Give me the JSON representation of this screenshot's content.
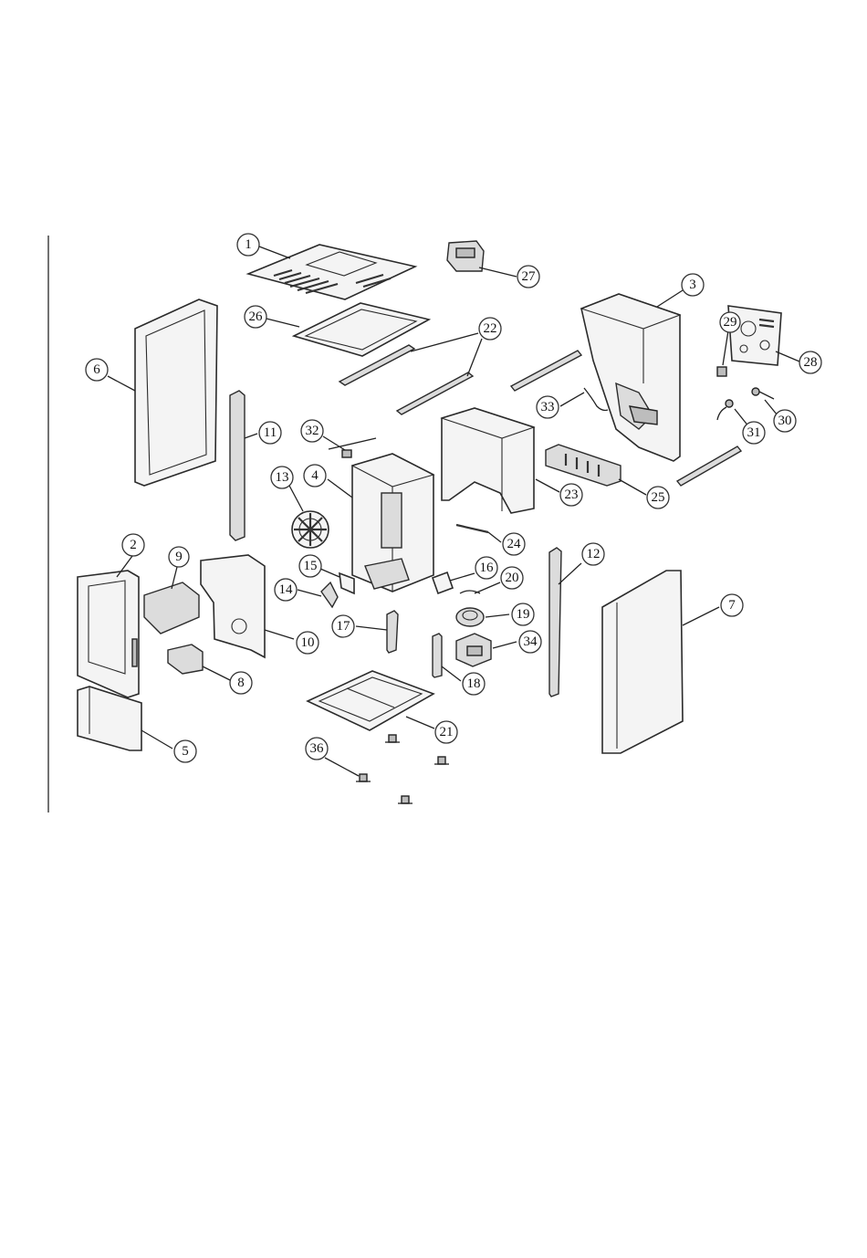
{
  "callouts": {
    "c1": "1",
    "c2": "2",
    "c3": "3",
    "c4": "4",
    "c5": "5",
    "c6": "6",
    "c7": "7",
    "c8": "8",
    "c9": "9",
    "c10": "10",
    "c11": "11",
    "c12": "12",
    "c13": "13",
    "c14": "14",
    "c15": "15",
    "c16": "16",
    "c17": "17",
    "c18": "18",
    "c19": "19",
    "c20": "20",
    "c21": "21",
    "c22": "22",
    "c23": "23",
    "c24": "24",
    "c25": "25",
    "c26": "26",
    "c27": "27",
    "c28": "28",
    "c29": "29",
    "c30": "30",
    "c31": "31",
    "c32": "32",
    "c33": "33",
    "c34": "34",
    "c36": "36"
  }
}
